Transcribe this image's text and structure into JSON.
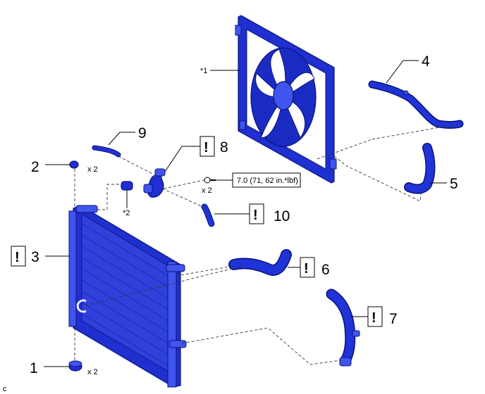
{
  "callouts": {
    "c1": "1",
    "c2": "2",
    "c3": "3",
    "c4": "4",
    "c5": "5",
    "c6": "6",
    "c7": "7",
    "c8": "8",
    "c9": "9",
    "c10": "10"
  },
  "notes": {
    "star1": "*1",
    "star2": "*2",
    "qty_top": "x 2",
    "qty_bottom": "x 2",
    "qty_bolt": "x 2",
    "torque": "7.0 (71, 62 in.*lbf)",
    "important_mark": "!",
    "corner_code": "c"
  },
  "colors": {
    "part_fill": "#1f2fd0",
    "part_outline": "#0a137a",
    "leader": "#000000"
  }
}
